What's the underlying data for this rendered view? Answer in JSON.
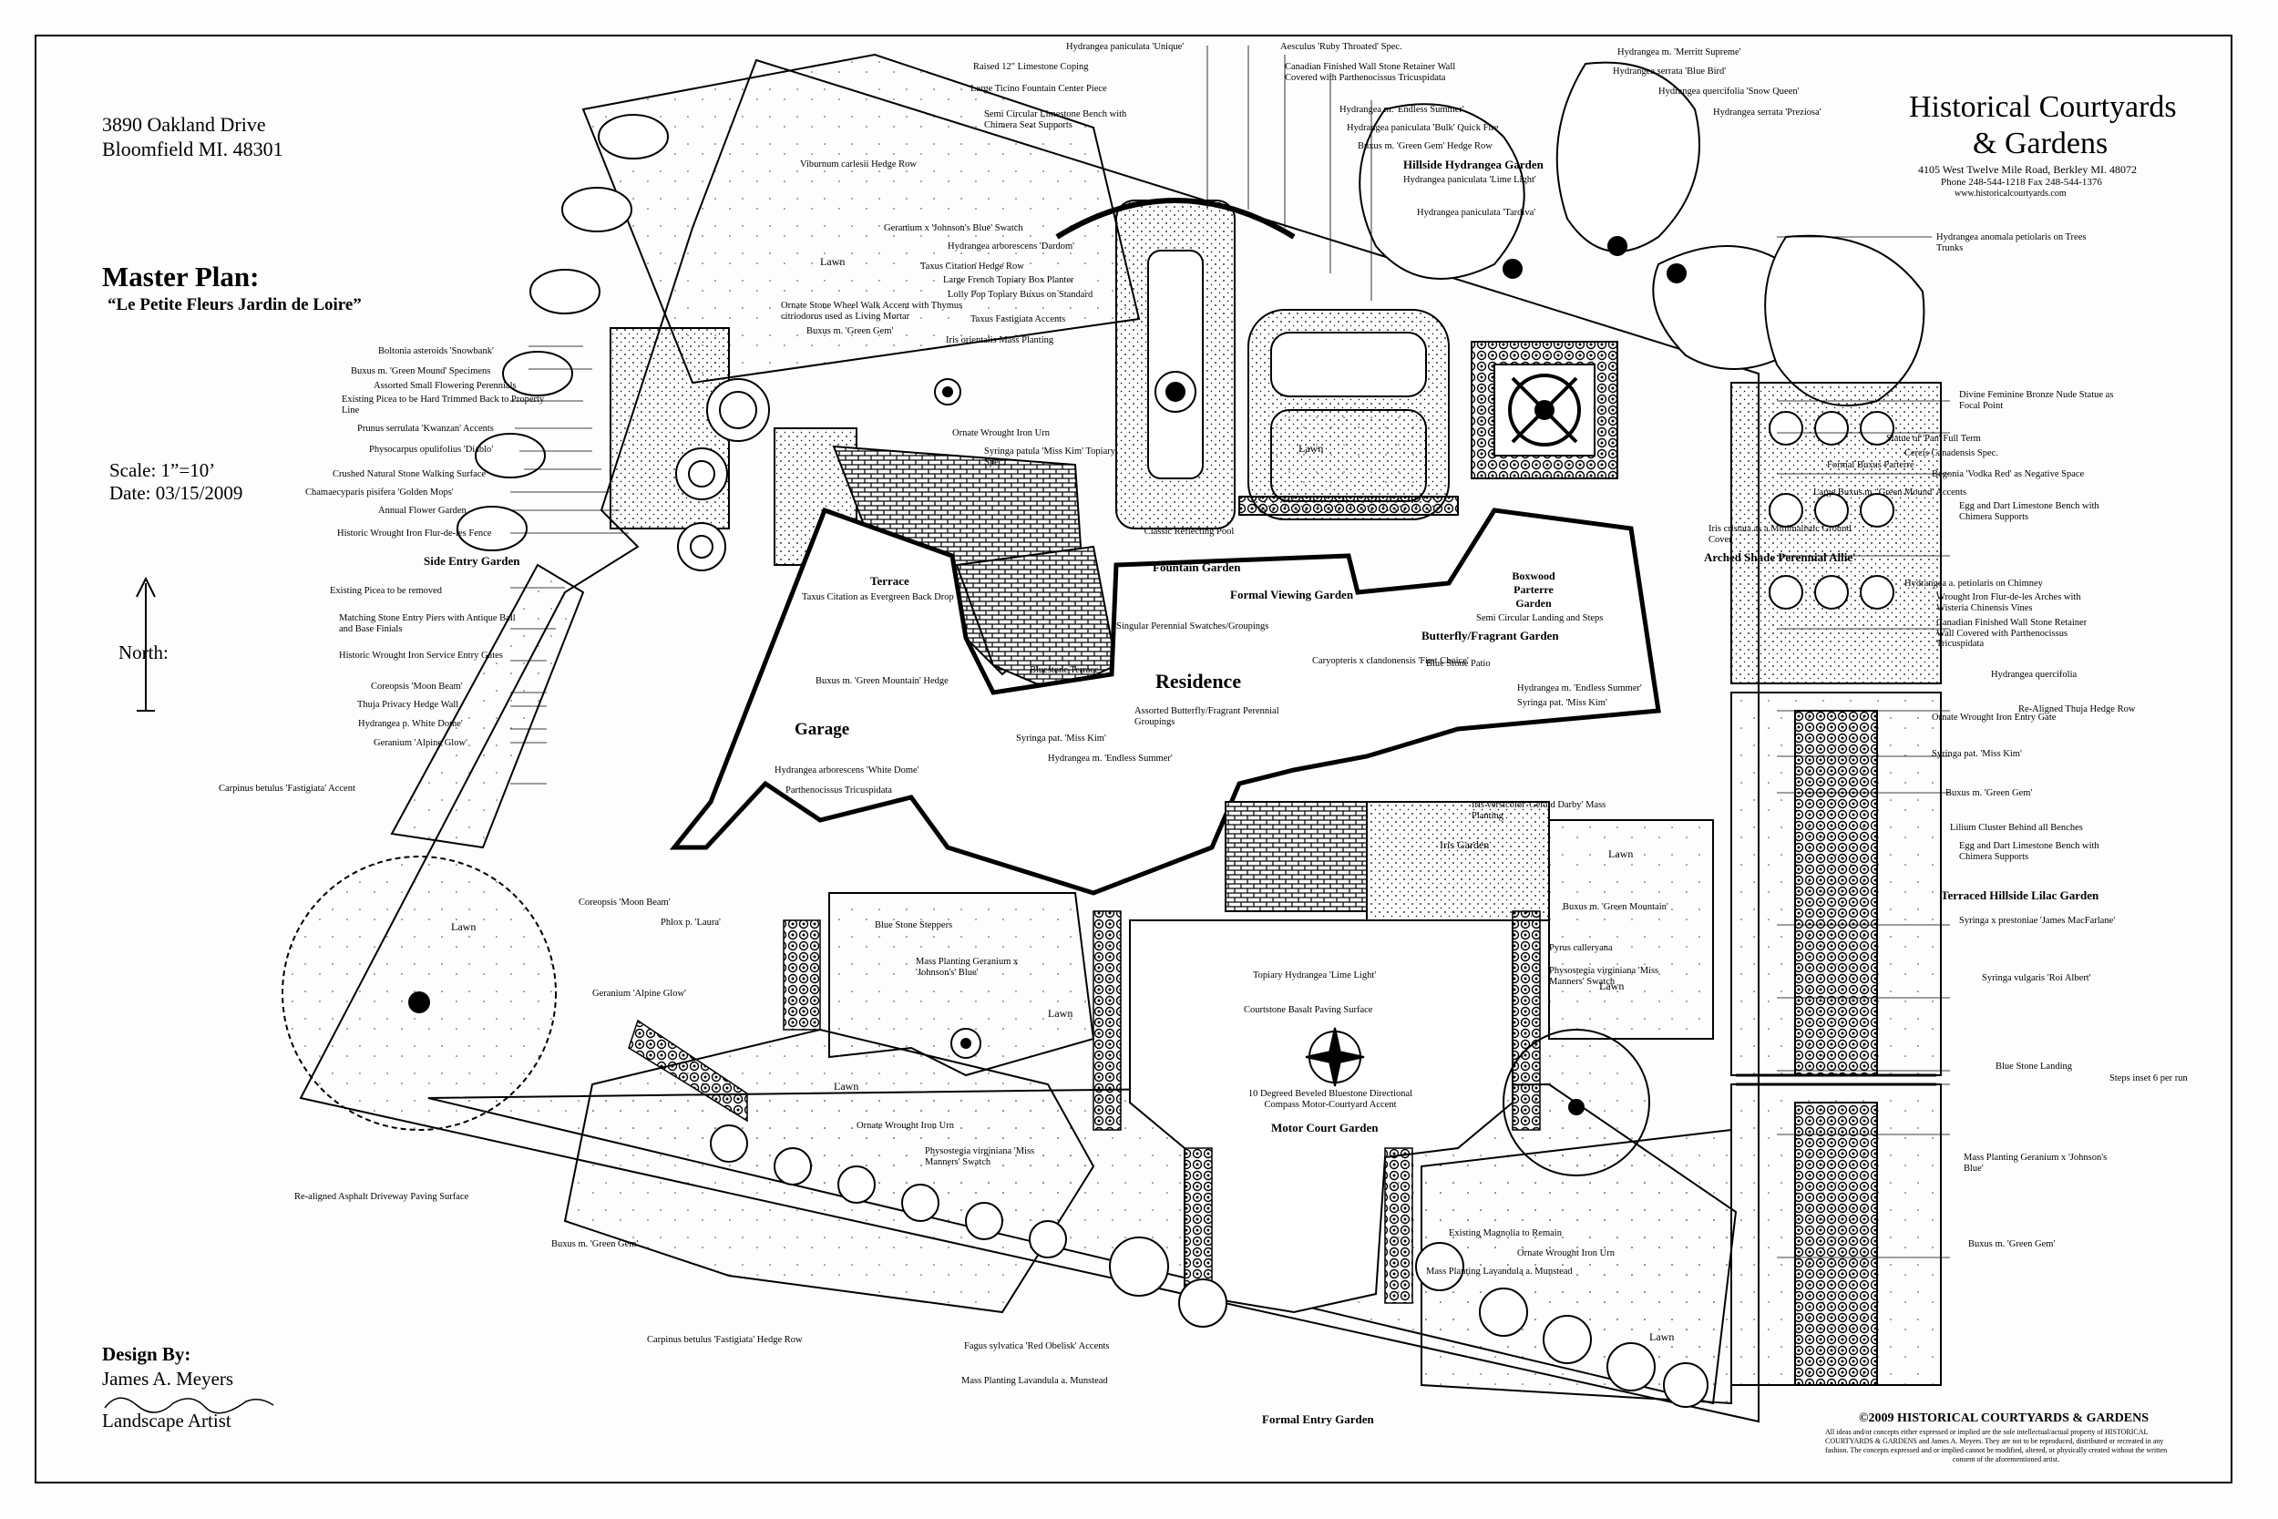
{
  "address": {
    "line1": "3890 Oakland Drive",
    "line2": "Bloomfield MI.  48301"
  },
  "title": {
    "heading": "Master Plan:",
    "subtitle": "“Le Petite Fleurs Jardin de Loire”"
  },
  "scale": {
    "scale": "Scale: 1”=10’",
    "date": "Date: 03/15/2009"
  },
  "north": "North:",
  "firm": {
    "name1": "Historical Courtyards",
    "name2": "& Gardens",
    "address": "4105 West Twelve Mile Road, Berkley MI. 48072",
    "phone": "Phone 248-544-1218   Fax  248-544-1376",
    "web": "www.historicalcourtyards.com"
  },
  "design": {
    "label": "Design By:",
    "name": "James A. Meyers",
    "role": "Landscape Artist"
  },
  "copyright": {
    "heading": "©2009 HISTORICAL COURTYARDS & GARDENS",
    "line1": "All ideas and/or concepts either expressed or implied are the sole intellectual/actual property of HISTORICAL",
    "line2": "COURTYARDS & GARDENS and James A. Meyers.  They are not to be reproduced, distributed or recreated in any",
    "line3": "fashion.  The concepts expressed and or implied cannot be modified, altered, or physically created without the written",
    "line4": "consent of the aforementioned artist."
  },
  "areas": {
    "residence": "Residence",
    "garage": "Garage",
    "terrace": "Terrace",
    "side_entry": "Side Entry Garden",
    "fountain": "Fountain Garden",
    "formal_viewing": "Formal Viewing Garden",
    "boxwood": "Boxwood Parterre Garden",
    "butterfly": "Butterfly/Fragrant Garden",
    "hillside": "Hillside Hydrangea Garden",
    "arched": "Arched Shade Perennial Allie'",
    "terraced": "Terraced Hillside Lilac Garden",
    "motor": "Motor Court Garden",
    "formal_entry": "Formal Entry Garden",
    "iris": "Iris Garden"
  },
  "lawns": [
    "Lawn",
    "Lawn",
    "Lawn",
    "Lawn",
    "Lawn",
    "Lawn",
    "Lawn",
    "Lawn"
  ],
  "labels_left": [
    "Viburnum carlesii Hedge Row",
    "Boltonia asteroids 'Snowbank'",
    "Buxus m. 'Green Mound' Specimens",
    "Assorted Small Flowering Perennials",
    "Existing Picea to be Hard Trimmed Back to Property Line",
    "Prunus serrulata 'Kwanzan' Accents",
    "Physocarpus opulifolius 'Diablo'",
    "Crushed Natural Stone Walking Surface",
    "Chamaecyparis pisifera 'Golden Mops'",
    "Annual Flower Garden",
    "Historic Wrought Iron Flur-de-les Fence",
    "Existing Picea to be removed",
    "Matching Stone Entry Piers with Antique Ball and Base Finials",
    "Historic Wrought Iron Service Entry Gates",
    "Coreopsis 'Moon Beam'",
    "Thuja Privacy Hedge Wall",
    "Hydrangea p. White Dome'",
    "Geranium 'Alpine Glow'",
    "Carpinus betulus 'Fastigiata' Accent",
    "Re-aligned Asphalt Driveway Paving Surface",
    "Buxus m. 'Green Gem'",
    "Carpinus betulus 'Fastigiata' Hedge Row",
    "Fagus sylvatica 'Red Obelisk' Accents",
    "Mass Planting Lavandula a. Munstead"
  ],
  "labels_top": [
    "Hydrangea paniculata 'Unique'",
    "Raised 12\" Limestone Coping",
    "Large Ticino Fountain Center Piece",
    "Semi Circular Limestone Bench with Chimera Seat Supports",
    "Geranium x 'Johnson's Blue' Swatch",
    "Hydrangea arborescens 'Dardom'",
    "Taxus Citation Hedge Row",
    "Large French Topiary Box Planter",
    "Lolly Pop Topiary Buxus on Standard",
    "Taxus Fastigiata Accents",
    "Ornate Stone Wheel Walk Accent with Thymus citriodorus used as Living Mortar",
    "Buxus m. 'Green Gem'",
    "Iris orientalis Mass Planting",
    "Aesculus 'Ruby Throated' Spec.",
    "Canadian Finished Wall Stone Retainer Wall Covered with Parthenocissus Tricuspidata",
    "Hydrangea m. 'Endless Summer'",
    "Hydrangea paniculata 'Bulk' Quick Fire",
    "Buxus m. 'Green Gem' Hedge Row",
    "Hydrangea paniculata 'Lime Light'",
    "Hydrangea paniculata 'Tardiva'",
    "Hydrangea m. 'Merritt Supreme'",
    "Hydrangea serrata 'Blue Bird'",
    "Hydrangea quercifolia 'Snow Queen'",
    "Hydrangea serrata 'Preziosa'"
  ],
  "labels_right": [
    "Hydrangea anomala petiolaris on Trees Trunks",
    "Divine Feminine Bronze Nude Statue as Focal Point",
    "Statue of 'Pan' Full Term",
    "Cercis Canadensis Spec.",
    "Formal Buxus Parterre",
    "Begonia 'Vodka Red' as Negative Space",
    "Large Buxus m. 'Green Mound' Accents",
    "Egg and Dart Limestone Bench with Chimera Supports",
    "Iris cristata as a Minimalistic Ground Cover",
    "Hydrangea a. petiolaris on Chimney",
    "Wrought Iron Flur-de-les Arches with Wisteria Chinensis Vines",
    "Canadian Finished Wall Stone Retainer Wall Covered with Parthenocissus Tricuspidata",
    "Hydrangea quercifolia",
    "Re-Aligned Thuja Hedge Row",
    "Ornate Wrought Iron Entry Gate",
    "Syringa pat. 'Miss Kim'",
    "Buxus m. 'Green Gem'",
    "Lilium Cluster Behind all Benches",
    "Egg and Dart Limestone Bench with Chimera Supports",
    "Syringa x prestoniae 'James MacFarlane'",
    "Syringa vulgaris 'Roi Albert'",
    "Blue Stone Landing",
    "Steps inset 6 per run",
    "Mass Planting Geranium x 'Johnson's Blue'",
    "Buxus m. 'Green Gem'"
  ],
  "labels_center": [
    "Ornate Wrought Iron Urn",
    "Syringa patula 'Miss Kim' Topiary Spec.",
    "Classic Reflecting Pool",
    "Taxus Citation as Evergreen Back Drop",
    "Singular Perennial Swatches/Groupings",
    "Caryopteris x clandonensis 'First Choice'",
    "Semi Circular Landing and Steps",
    "Blue Stone Patio",
    "Buxus m. 'Green Mountain' Hedge",
    "Bluestone Terrace",
    "Hydrangea m. 'Endless Summer'",
    "Syringa pat. 'Miss Kim'",
    "Assorted Butterfly/Fragrant Perennial Groupings",
    "Syringa pat. 'Miss Kim'",
    "Hydrangea m. 'Endless Summer'",
    "Hydrangea arborescens 'White Dome'",
    "Parthenocissus Tricuspidata",
    "Iris versicolor 'Gerald Darby' Mass Planting",
    "Buxus m. 'Green Mountain'",
    "Pyrus calleryana",
    "Physostegia virginiana 'Miss Manners' Swatch",
    "Topiary Hydrangea 'Lime Light'",
    "Coreopsis 'Moon Beam'",
    "Phlox p. 'Laura'",
    "Blue Stone Steppers",
    "Mass Planting Geranium x 'Johnson's' Blue'",
    "Geranium 'Alpine Glow'",
    "Courtstone Basalt Paving Surface",
    "10 Degreed Beveled Bluestone Directional Compass Motor-Courtyard Accent",
    "Ornate Wrought Iron Urn",
    "Physostegia virginiana 'Miss Manners' Swatch",
    "Existing Magnolia to Remain",
    "Ornate Wrought Iron Urn",
    "Mass Planting Lavandula a. Munstead"
  ]
}
